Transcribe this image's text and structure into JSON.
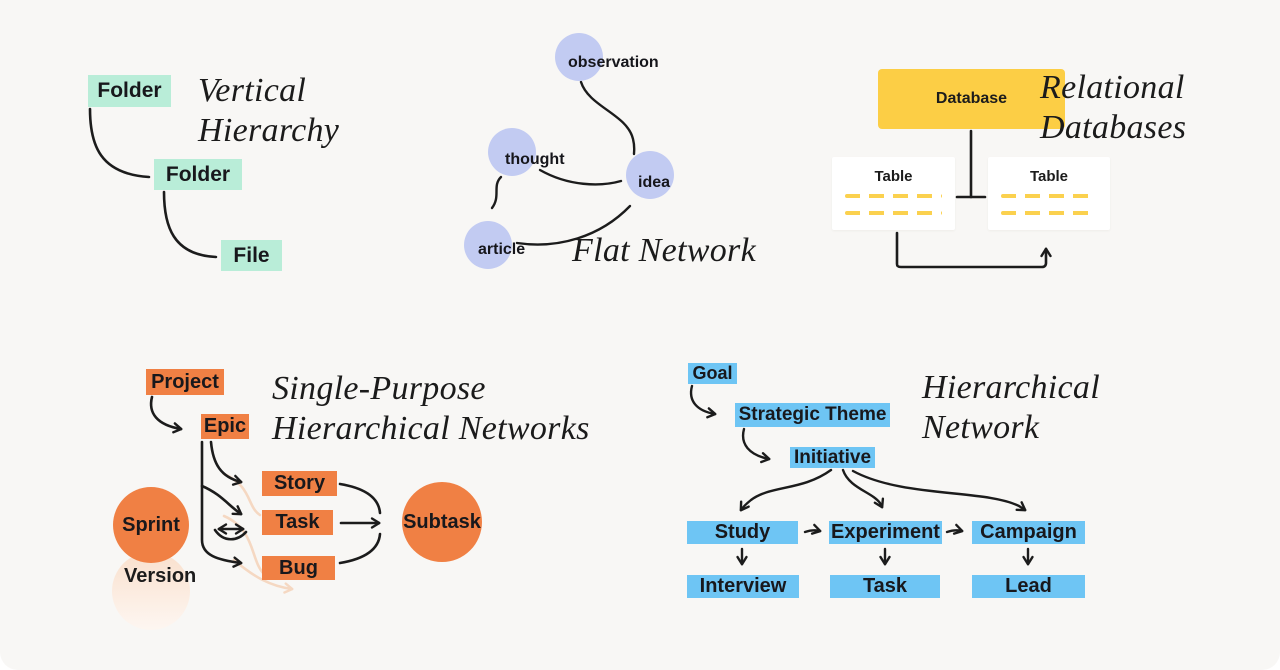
{
  "palette": {
    "background": "#f8f7f5",
    "ink": "#1c1c1c",
    "mint": "#b9edd8",
    "lavender": "#c2cbf2",
    "yellow": "#fcce45",
    "dash_yellow": "#fbd14e",
    "orange": "#f08044",
    "pale_orange": "#f9e0cd",
    "blue": "#6ec5f4",
    "white": "#ffffff"
  },
  "vertical_hierarchy": {
    "title_line1": "Vertical",
    "title_line2": "Hierarchy",
    "nodes": {
      "folder1": "Folder",
      "folder2": "Folder",
      "file": "File"
    }
  },
  "flat_network": {
    "title": "Flat Network",
    "nodes": {
      "observation": "observation",
      "thought": "thought",
      "idea": "idea",
      "article": "article"
    }
  },
  "relational_databases": {
    "title_line1": "Relational",
    "title_line2": "Databases",
    "database": "Database",
    "table_left": "Table",
    "table_right": "Table"
  },
  "single_purpose": {
    "title_line1": "Single-Purpose",
    "title_line2": "Hierarchical Networks",
    "nodes": {
      "project": "Project",
      "epic": "Epic",
      "story": "Story",
      "task": "Task",
      "bug": "Bug",
      "sprint": "Sprint",
      "version": "Version",
      "subtask": "Subtask"
    }
  },
  "hierarchical_network": {
    "title_line1": "Hierarchical",
    "title_line2": "Network",
    "nodes": {
      "goal": "Goal",
      "strategic_theme": "Strategic Theme",
      "initiative": "Initiative",
      "study": "Study",
      "experiment": "Experiment",
      "campaign": "Campaign",
      "interview": "Interview",
      "task": "Task",
      "lead": "Lead"
    }
  }
}
